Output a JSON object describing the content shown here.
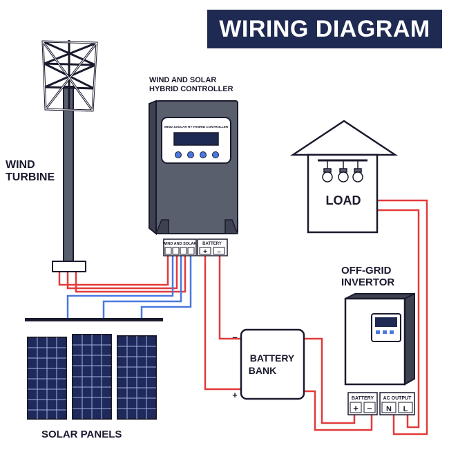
{
  "title": "WIRING DIAGRAM",
  "labels": {
    "wind_turbine_line1": "WIND",
    "wind_turbine_line2": "TURBINE",
    "controller_line1": "WIND AND SOLAR",
    "controller_line2": "HYBRID CONTROLLER",
    "controller_screen": "WIND &SOLAR HY HYBRID CONTROLLER",
    "terminal_wind_solar": "WIND AND SOLAR",
    "terminal_battery": "BATTERY",
    "load": "LOAD",
    "inverter_line1": "OFF-GRID",
    "inverter_line2": "INVERTOR",
    "battery_line1": "BATTERY",
    "battery_line2": "BANK",
    "solar_panels": "SOLAR PANELS",
    "inv_terminal_battery": "BATTERY",
    "inv_terminal_ac": "AC OUTPUT",
    "plus": "+",
    "minus": "–",
    "neutral": "N",
    "live": "L"
  },
  "colors": {
    "navy": "#1e2a52",
    "wire_red": "#e23a3a",
    "wire_blue": "#4a78e0",
    "device_gray": "#5a5f6e",
    "panel_blue": "#1f2a5c"
  }
}
